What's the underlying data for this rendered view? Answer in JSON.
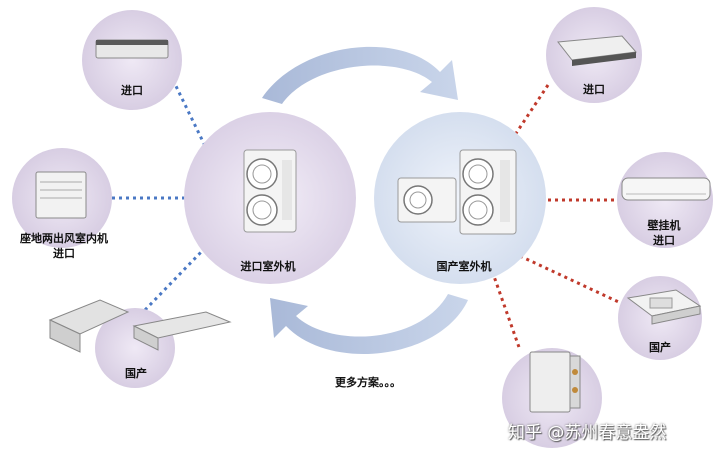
{
  "diagram": {
    "left_hub_label": "进口室外机",
    "right_hub_label": "国产室外机",
    "more_label": "更多方案。。。",
    "left_units": [
      {
        "label": "进口"
      },
      {
        "label": "座地两出风室内机",
        "label2": "进口"
      },
      {
        "label": "国产"
      }
    ],
    "right_units": [
      {
        "label": "进口"
      },
      {
        "label": "壁挂机",
        "label2": "进口"
      },
      {
        "label": "国产"
      }
    ],
    "watermark": "知乎 @苏州春意盎然"
  },
  "colors": {
    "left_link": "#4a78c4",
    "right_link": "#c0392b",
    "hub_fill": "#dcd3e6",
    "unit_fill": "#d8cfe2",
    "right_hub_fill": "#d6e0ef",
    "arrow": "#b7c6e2"
  }
}
